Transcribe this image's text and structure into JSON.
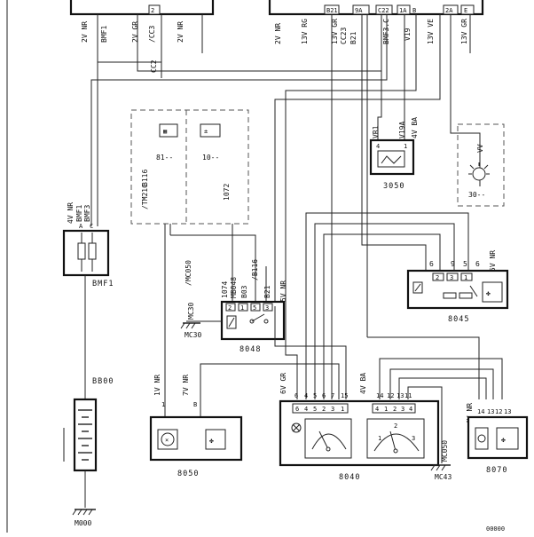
{
  "top_left_connector": {
    "wires": [
      "2V NR",
      "2V GR",
      "2V NR"
    ],
    "pins": [
      "BMF1",
      "/CC3",
      "2"
    ],
    "wire_cc2": "CC2"
  },
  "top_right_connector": {
    "wires": [
      "2V NR",
      "13V RG",
      "13V GR",
      "13V VE",
      "13V GR"
    ],
    "pins": [
      "B21",
      "9A",
      "C22",
      "1A",
      "B",
      "2A",
      "E"
    ],
    "pin_codes": [
      "CC23",
      "BMF3.C"
    ],
    "v19": "V19",
    "b21": "B21"
  },
  "bmf1": {
    "wire": "4V NR",
    "pins": [
      "BMF1",
      "BMF3"
    ],
    "contacts": [
      "A",
      "C"
    ],
    "name": "BMF1"
  },
  "bb00": {
    "name": "BB00",
    "ground": "M000"
  },
  "group_box": {
    "module_81": "81--",
    "module_10": "10--",
    "wire_a": "/TM21C",
    "wire_a2": "B116",
    "wire_b": "1072"
  },
  "c8048": {
    "name": "8048",
    "wire_top": "5V NR",
    "pin_labels": [
      "1074",
      "MB048",
      "B03",
      "/B116",
      "B21"
    ],
    "pins": [
      "2",
      "1",
      "5",
      "3"
    ],
    "ground_wire": "/MC050",
    "ground_name": "MC30",
    "ground_pin": "MC30"
  },
  "c8050": {
    "name": "8050",
    "wires": [
      "1V NR",
      "7V NR"
    ],
    "pins": [
      "1",
      "B"
    ]
  },
  "c8040": {
    "name": "8040",
    "left_wire": "6V GR",
    "right_wire": "4V BA",
    "left_pins": [
      "6",
      "4",
      "5",
      "2",
      "3",
      "1"
    ],
    "left_pin_nums": [
      "6",
      "4",
      "5",
      "6",
      "7",
      "15"
    ],
    "right_pins": [
      "4",
      "1",
      "2",
      "3",
      "4"
    ],
    "right_pin_nums": [
      "14",
      "12",
      "13",
      "11"
    ]
  },
  "mc43": {
    "wire": "MC050",
    "name": "MC43"
  },
  "c8070": {
    "name": "8070",
    "wire": "4V NR",
    "pins": [
      "14",
      "13",
      "12",
      "13"
    ]
  },
  "c8045": {
    "name": "8045",
    "wire": "5V NR",
    "pins": [
      "6",
      "9",
      "5",
      "6"
    ],
    "inner": [
      "2",
      "3",
      "1"
    ]
  },
  "c3050": {
    "name": "3050",
    "pin_code": "VR1",
    "wires": [
      "V19A",
      "4V BA"
    ],
    "pins": [
      "4",
      "1"
    ]
  },
  "c3000": {
    "name": "30--",
    "wire": "VV"
  },
  "footer_code": "00000"
}
